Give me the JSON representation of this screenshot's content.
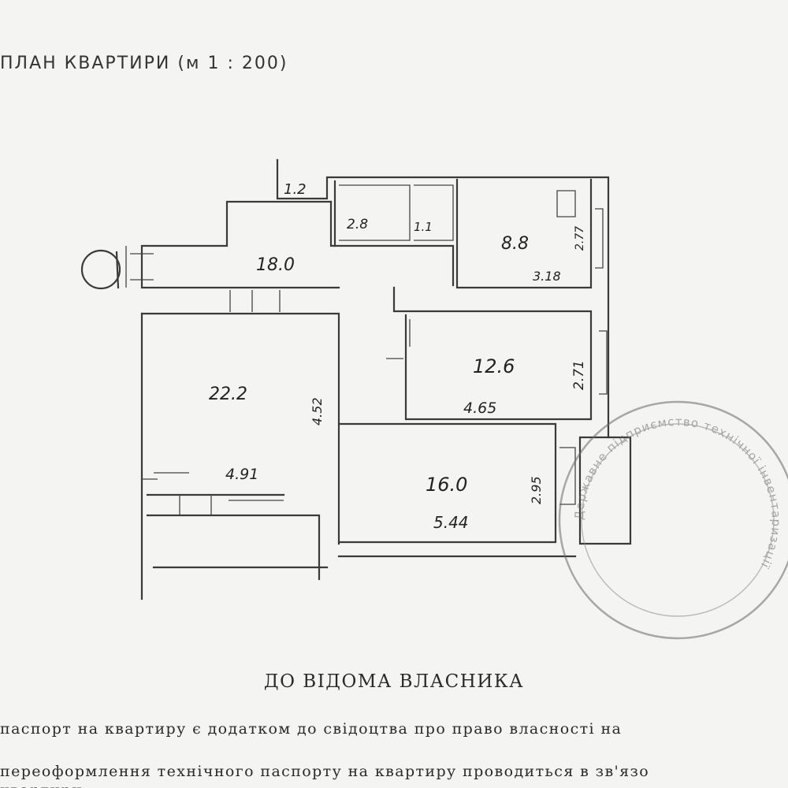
{
  "document": {
    "title": "ПЛАН КВАРТИРИ (м 1 : 200)",
    "heading": "ДО ВІДОМА ВЛАСНИКА",
    "paragraphs": [
      "паспорт на квартиру є додатком до свідоцтва про право власності на",
      "переоформлення технічного паспорту на квартиру проводиться в зв'язо",
      "квартири"
    ]
  },
  "floor_plan": {
    "areas": {
      "storage": "1.2",
      "bathroom": "2.8",
      "toilet": "1.1",
      "hall": "18.0",
      "kitchen": "8.8",
      "bedroom": "12.6",
      "living_room": "22.2",
      "room_south": "16.0"
    },
    "dimensions": {
      "kitchen_width": "3.18",
      "kitchen_depth": "2.77",
      "bedroom_width": "4.65",
      "bedroom_depth": "2.71",
      "living_width": "4.91",
      "living_depth": "4.52",
      "south_width": "5.44",
      "south_depth": "2.95"
    }
  },
  "stamp": {
    "text": "Державне підприємство технічної інвентаризації"
  }
}
